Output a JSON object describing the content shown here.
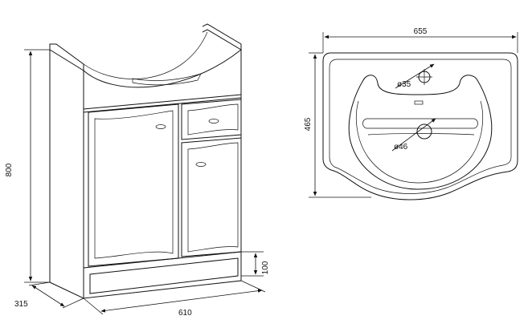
{
  "cabinet": {
    "height_label": "800",
    "depth_label": "315",
    "width_label": "610",
    "plinth_label": "100"
  },
  "washbasin": {
    "width_label": "655",
    "depth_label": "465",
    "tap_hole_label": "ø35",
    "drain_hole_label": "ø46"
  }
}
